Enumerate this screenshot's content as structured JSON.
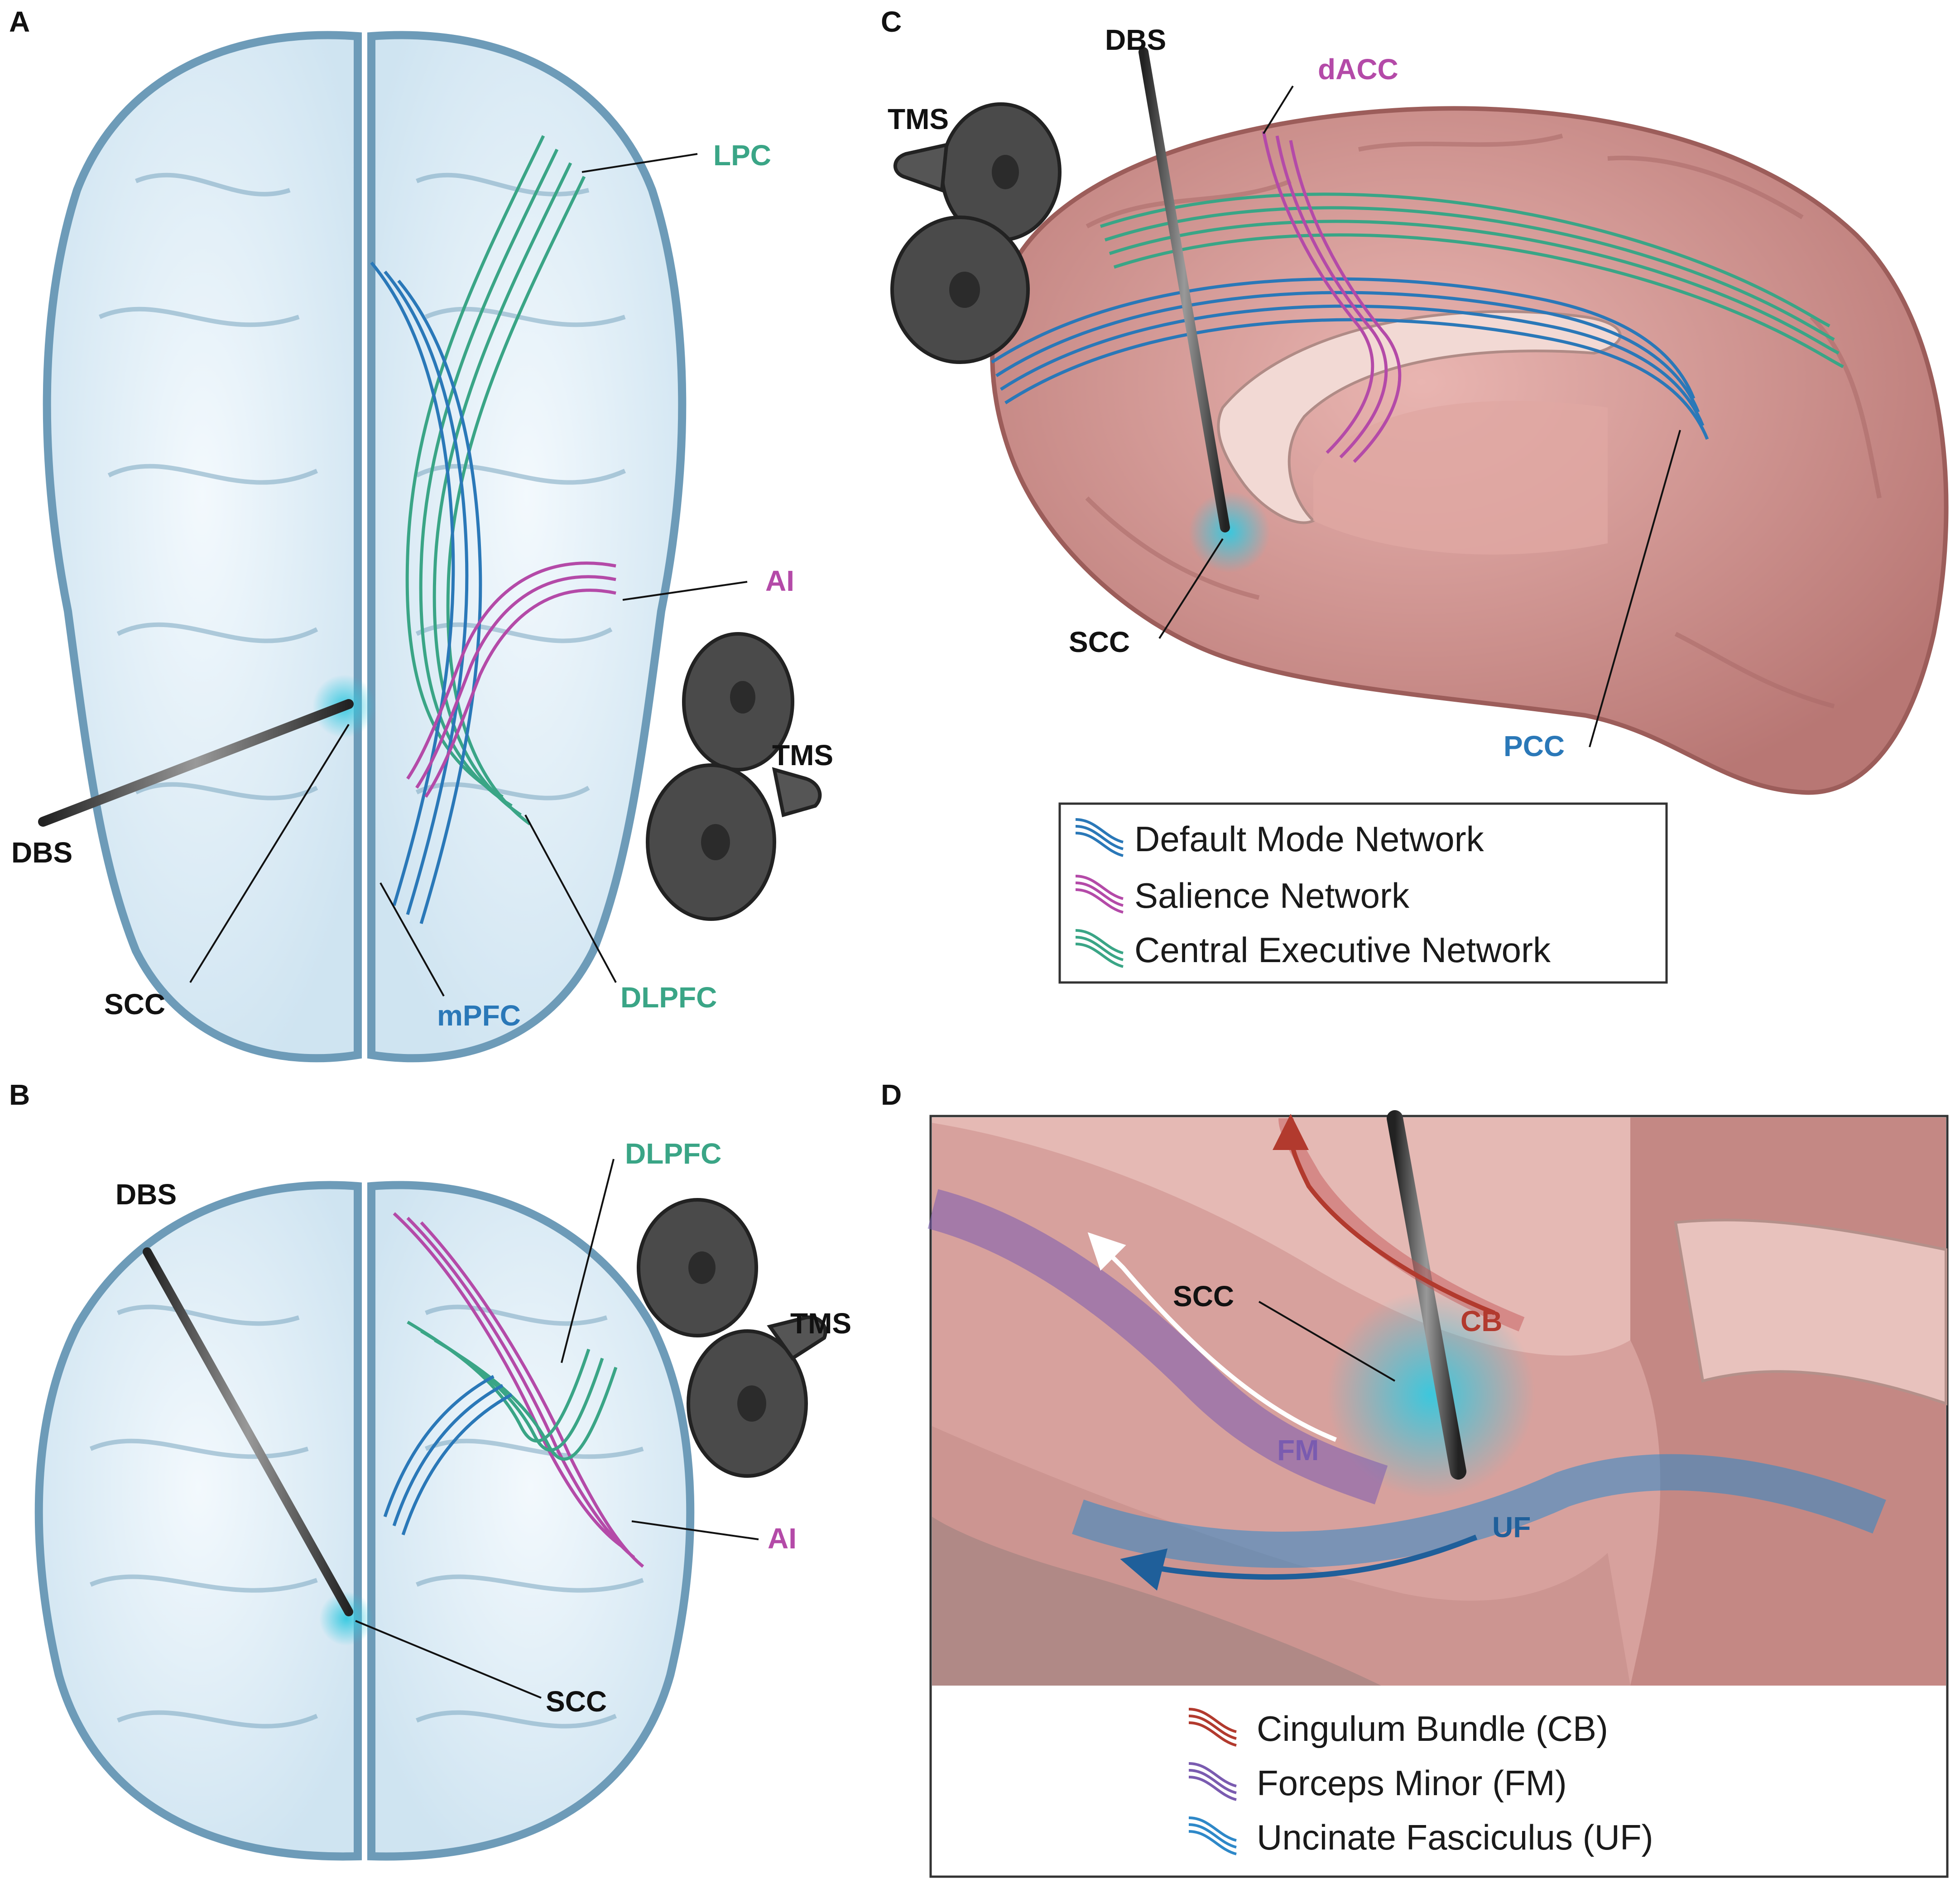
{
  "colors": {
    "dmn": "#2a78b8",
    "salience": "#b44aa8",
    "cen": "#3aa586",
    "cb": "#b23a2e",
    "fm": "#7a5bb0",
    "uf": "#2e88c8",
    "brain_glass": "#e6f1f8",
    "brain_outline": "#6d9bb8",
    "brain_flesh": "#d89a98",
    "coil": "#4a4a4a"
  },
  "panels": {
    "a": {
      "letter": "A",
      "labels": {
        "lpc": "LPC",
        "ai": "AI",
        "tms": "TMS",
        "dbs": "DBS",
        "scc": "SCC",
        "mpfc": "mPFC",
        "dlpfc": "DLPFC"
      }
    },
    "b": {
      "letter": "B",
      "labels": {
        "dlpfc": "DLPFC",
        "dbs": "DBS",
        "tms": "TMS",
        "ai": "AI",
        "scc": "SCC"
      }
    },
    "c": {
      "letter": "C",
      "labels": {
        "dbs": "DBS",
        "dacc": "dACC",
        "tms": "TMS",
        "scc": "SCC",
        "pcc": "PCC"
      },
      "legend": [
        {
          "label": "Default Mode Network",
          "color_key": "dmn"
        },
        {
          "label": "Salience Network",
          "color_key": "salience"
        },
        {
          "label": "Central Executive Network",
          "color_key": "cen"
        }
      ]
    },
    "d": {
      "letter": "D",
      "labels": {
        "scc": "SCC",
        "cb": "CB",
        "fm": "FM",
        "uf": "UF"
      },
      "legend": [
        {
          "label": "Cingulum Bundle (CB)",
          "color_key": "cb"
        },
        {
          "label": "Forceps Minor (FM)",
          "color_key": "fm"
        },
        {
          "label": "Uncinate Fasciculus (UF)",
          "color_key": "uf"
        }
      ]
    }
  }
}
